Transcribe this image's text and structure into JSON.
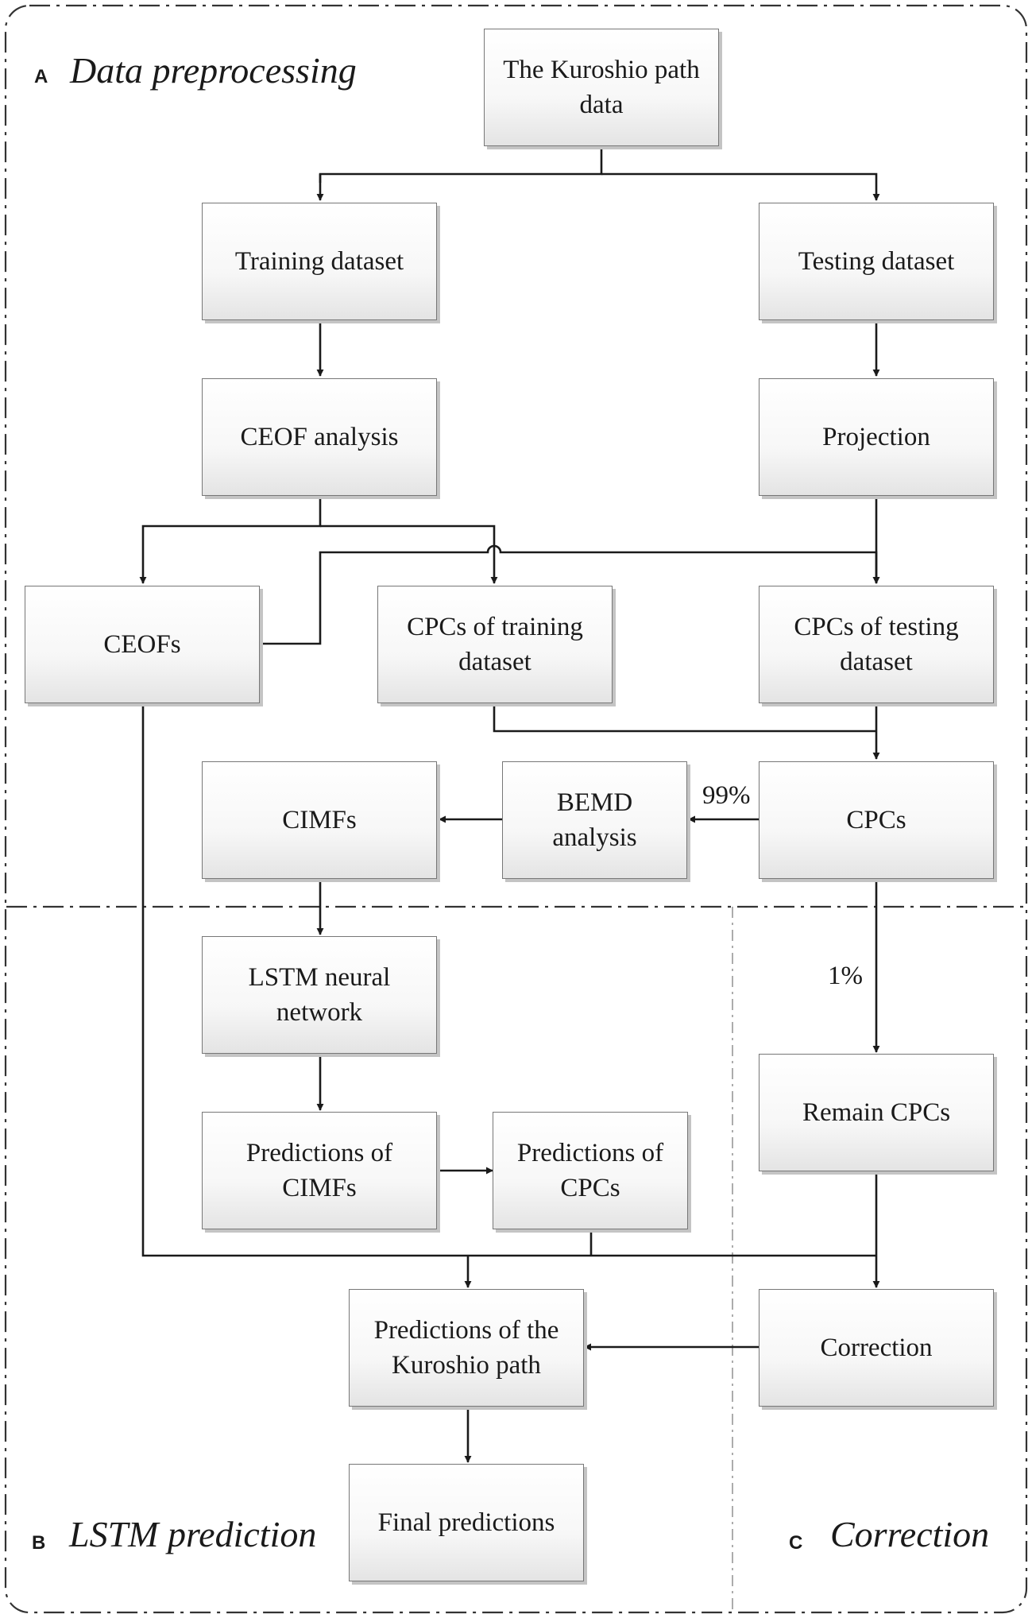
{
  "sections": {
    "a": {
      "letter": "A",
      "title": "Data preprocessing"
    },
    "b": {
      "letter": "B",
      "title": "LSTM prediction"
    },
    "c": {
      "letter": "C",
      "title": "Correction"
    }
  },
  "nodes": {
    "kuroshio_data": "The Kuroshio path\ndata",
    "training_dataset": "Training dataset",
    "testing_dataset": "Testing dataset",
    "ceof_analysis": "CEOF analysis",
    "projection": "Projection",
    "ceofs": "CEOFs",
    "cpcs_training": "CPCs of training\ndataset",
    "cpcs_testing": "CPCs of testing\ndataset",
    "cimfs": "CIMFs",
    "bemd_analysis": "BEMD\nanalysis",
    "cpcs": "CPCs",
    "lstm_network": "LSTM neural\nnetwork",
    "predictions_cimfs": "Predictions of\nCIMFs",
    "predictions_cpcs": "Predictions of\nCPCs",
    "remain_cpcs": "Remain CPCs",
    "predictions_kuroshio": "Predictions of the\nKuroshio path",
    "correction": "Correction",
    "final_predictions": "Final predictions"
  },
  "edge_labels": {
    "to_bemd": "99%",
    "to_remain": "1%"
  },
  "colors": {
    "line": "#1a1a1a",
    "section_border": "#333333",
    "box_border": "#777777",
    "box_shadow": "#c4c4c4"
  }
}
